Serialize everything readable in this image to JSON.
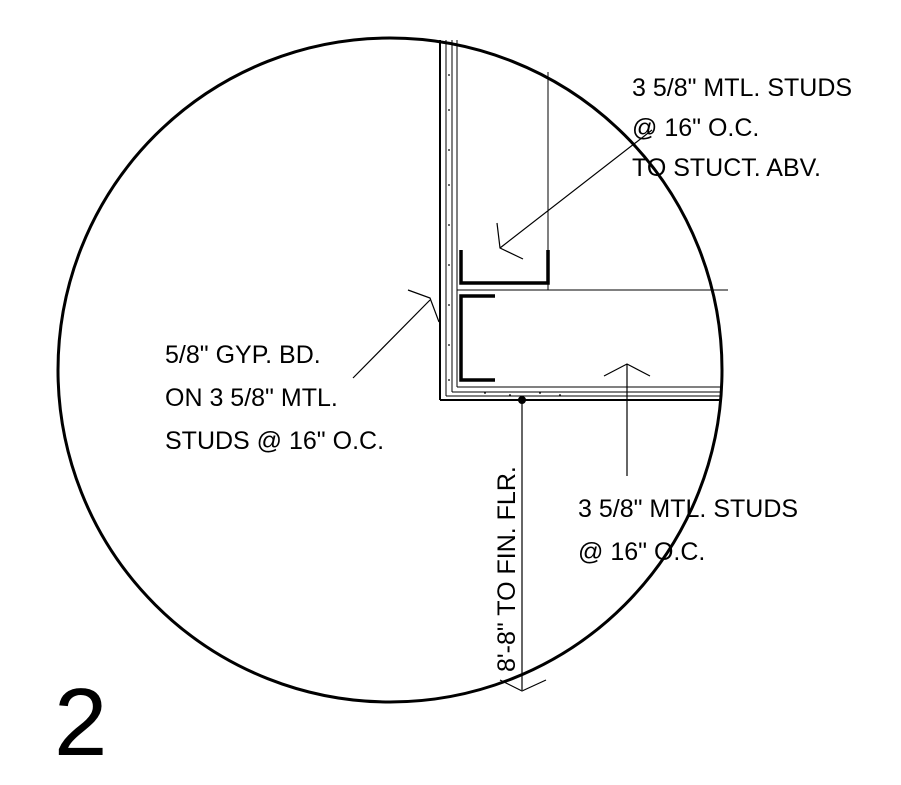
{
  "detail": {
    "number": "2"
  },
  "notes": {
    "upper_studs": {
      "line1": "3 5/8\" MTL. STUDS",
      "line2": "@ 16\" O.C.",
      "line3": "TO STUCT. ABV."
    },
    "gyp_board": {
      "line1": "5/8\" GYP. BD.",
      "line2": "ON 3 5/8\" MTL.",
      "line3": "STUDS @ 16\" O.C."
    },
    "lower_studs": {
      "line1": "3 5/8\" MTL. STUDS",
      "line2": "@ 16\" O.C."
    },
    "height_dimension": "8'-8\" TO FIN. FLR."
  },
  "colors": {
    "ink": "#000000",
    "background": "#ffffff"
  }
}
